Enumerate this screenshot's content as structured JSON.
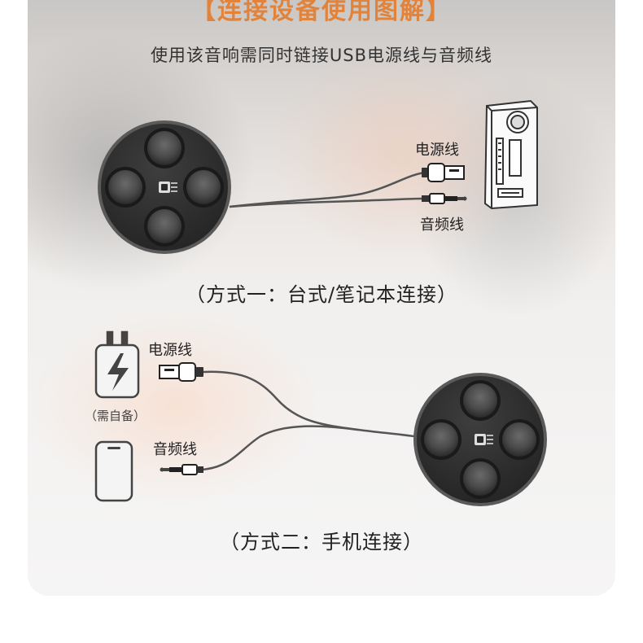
{
  "title": "【连接设备使用图解】",
  "subtitle": "使用该音响需同时链接USB电源线与音频线",
  "method1": {
    "power_label": "电源线",
    "audio_label": "音频线",
    "caption": "（方式一：台式/笔记本连接）"
  },
  "method2": {
    "power_label": "电源线",
    "audio_label": "音频线",
    "charger_note": "（需自备）",
    "caption": "（方式二：手机连接）"
  },
  "colors": {
    "title": "#e2833c",
    "speaker_body": "#2e2e2e",
    "speaker_rim": "#4a4a4a",
    "line": "#222222",
    "cable": "#555555"
  }
}
